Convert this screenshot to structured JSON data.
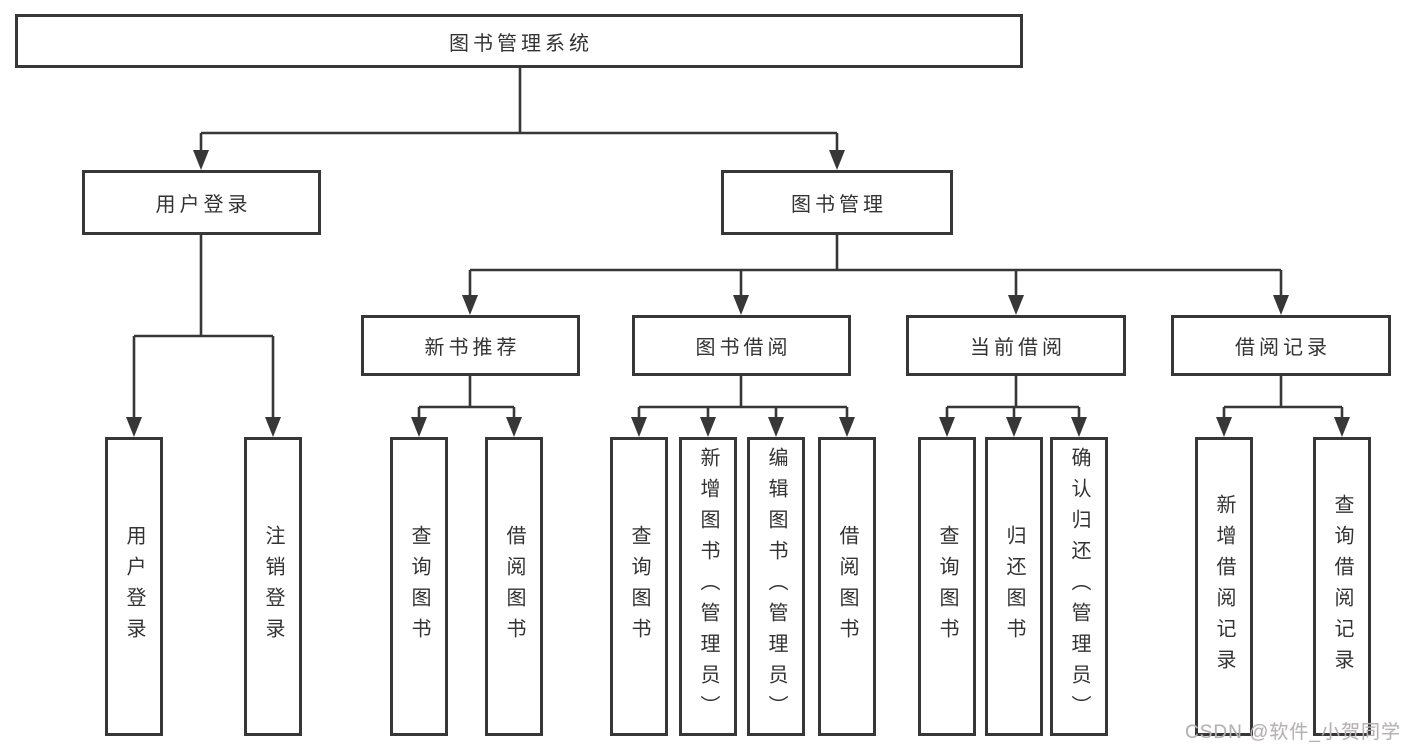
{
  "tree": {
    "label": "图书管理系统",
    "children": [
      {
        "label": "用户登录",
        "children": [
          {
            "label": "用户登录"
          },
          {
            "label": "注销登录"
          }
        ]
      },
      {
        "label": "图书管理",
        "children": [
          {
            "label": "新书推荐",
            "children": [
              {
                "label": "查询图书"
              },
              {
                "label": "借阅图书"
              }
            ]
          },
          {
            "label": "图书借阅",
            "children": [
              {
                "label": "查询图书"
              },
              {
                "label": "新增图书（管理员）"
              },
              {
                "label": "编辑图书（管理员）"
              },
              {
                "label": "借阅图书"
              }
            ]
          },
          {
            "label": "当前借阅",
            "children": [
              {
                "label": "查询图书"
              },
              {
                "label": "归还图书"
              },
              {
                "label": "确认归还（管理员）"
              }
            ]
          },
          {
            "label": "借阅记录",
            "children": [
              {
                "label": "新增借阅记录"
              },
              {
                "label": "查询借阅记录"
              }
            ]
          }
        ]
      }
    ]
  },
  "watermark": {
    "text": "CSDN @软件_小贺同学"
  },
  "colors": {
    "line": "#373737",
    "box_border": "#373737",
    "text": "#333333",
    "watermark": "#b3b3b3",
    "background": "#ffffff"
  }
}
